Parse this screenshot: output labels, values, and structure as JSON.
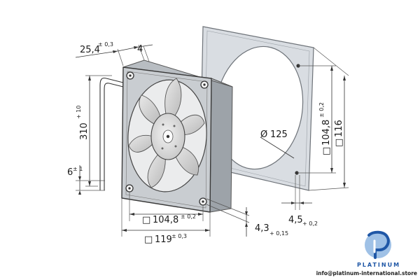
{
  "dimensions": {
    "depth": {
      "value": "25,4",
      "tol": "± 0,3"
    },
    "flange": {
      "value": "4"
    },
    "cable_length": {
      "value": "310",
      "tol": "+ 10"
    },
    "strip_length": {
      "value": "6",
      "tol": "± 1"
    },
    "hole_spacing": {
      "prefix": "□",
      "value": "104,8",
      "tol": "± 0,2"
    },
    "frame_size": {
      "prefix": "□",
      "value": "119",
      "tol": "± 0,3"
    },
    "hole_diameter": {
      "value": "4,3",
      "tol": "+ 0,15"
    },
    "cutout_diameter": {
      "prefix": "Ø",
      "value": "125"
    },
    "gasket_hole_spacing": {
      "prefix": "□",
      "value": "104,8",
      "tol": "± 0,2"
    },
    "gasket_size": {
      "prefix": "□",
      "value": "116"
    },
    "gasket_hole": {
      "value": "4,5",
      "tol": "+ 0,2"
    }
  },
  "brand": {
    "name": "PLATINUM",
    "url": "info@platinum-international.store",
    "colors": {
      "primary": "#1f57a6",
      "light": "#9fc1e6"
    }
  }
}
